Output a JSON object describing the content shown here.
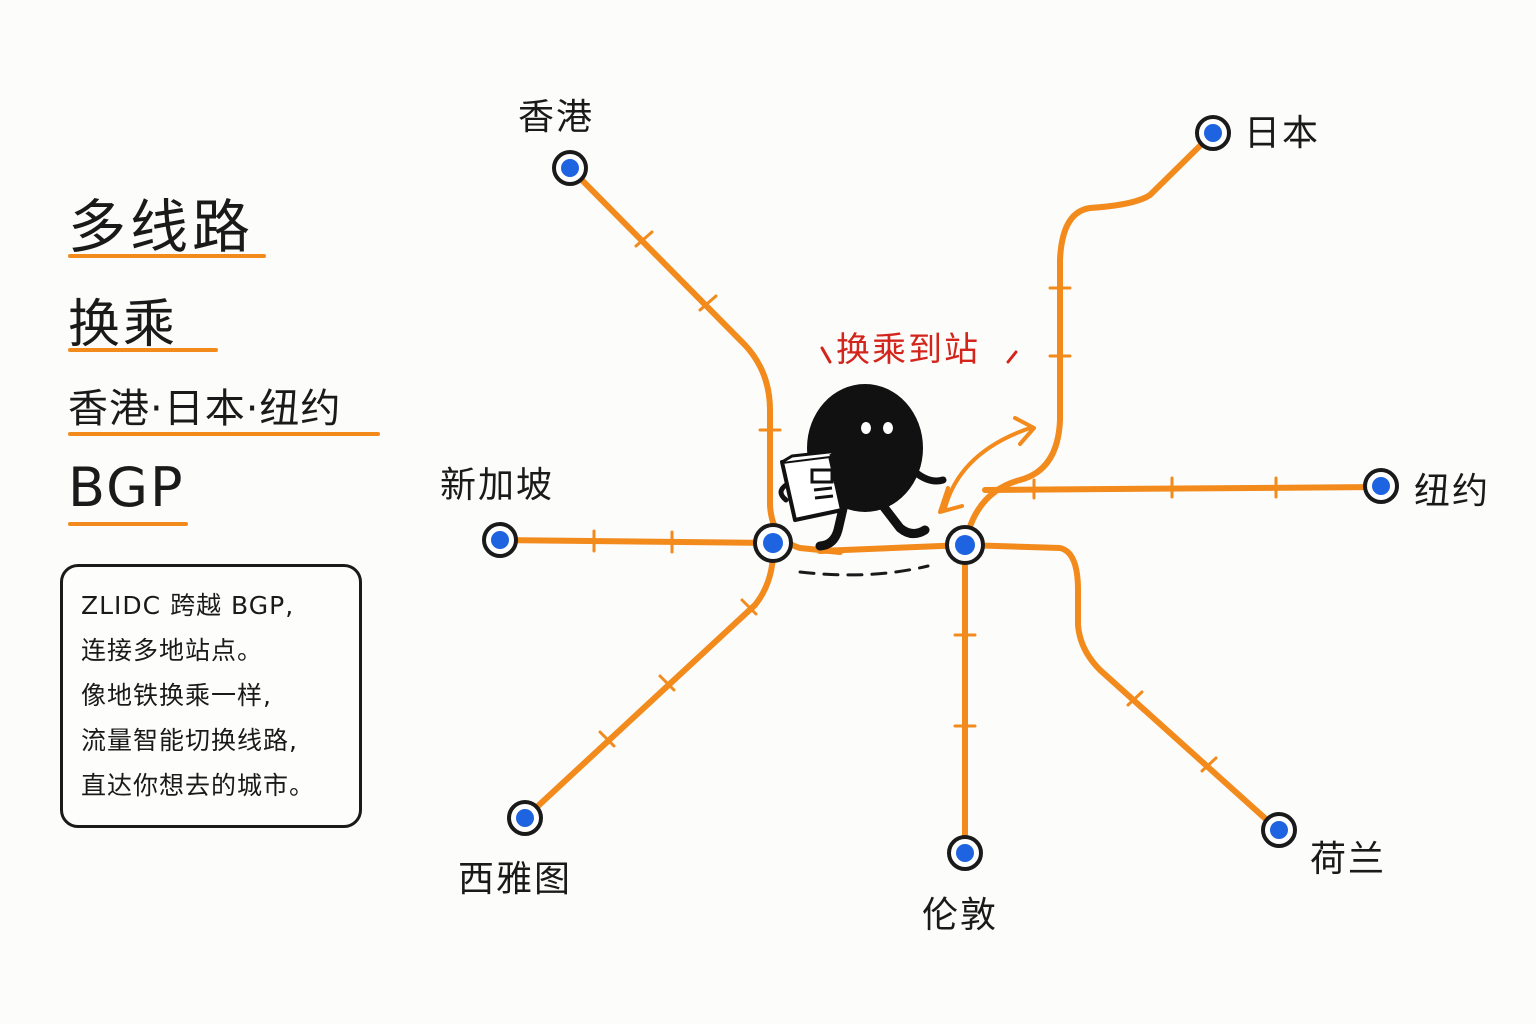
{
  "title": {
    "line1": "多线路",
    "line2": "换乘",
    "line3": "香港·日本·纽约",
    "line4": "BGP"
  },
  "description": [
    "ZLIDC 跨越 BGP,",
    "连接多地站点。",
    "像地铁换乘一样,",
    "流量智能切换线路,",
    "直达你想去的城市。"
  ],
  "callout": "换乘到站",
  "cities": {
    "hongkong": "香港",
    "japan": "日本",
    "singapore": "新加坡",
    "newyork": "纽约",
    "seattle": "西雅图",
    "london": "伦敦",
    "netherlands": "荷兰"
  },
  "colors": {
    "line": "#f28a1c",
    "station_fill": "#1e63e0",
    "station_ring": "#1a1a1a",
    "callout": "#d4251c",
    "underline": "#f28a1c"
  },
  "icons": {
    "mascot": "blob-character-icon",
    "server": "server-box-icon",
    "transfer_arrows": "transfer-arrows-icon"
  }
}
